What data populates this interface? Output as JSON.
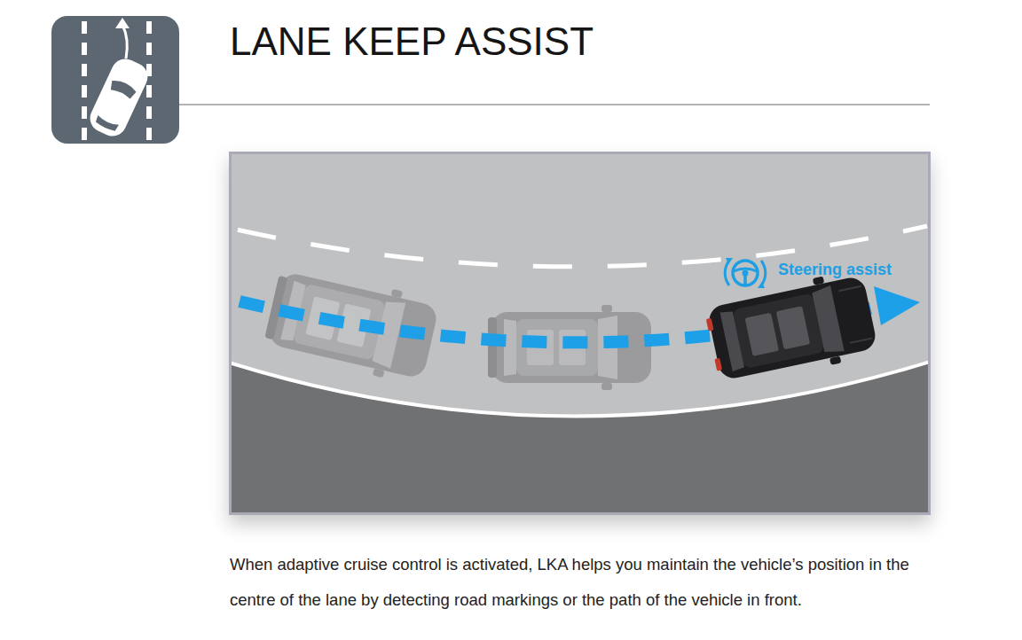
{
  "diagram": {
    "title": "LANE KEEP ASSIST",
    "caption": "When adaptive cruise control is activated, LKA helps you maintain the vehicle’s position in the centre of the lane by detecting road markings or the path of the vehicle in front.",
    "labels": [
      "Steering assist"
    ]
  }
}
